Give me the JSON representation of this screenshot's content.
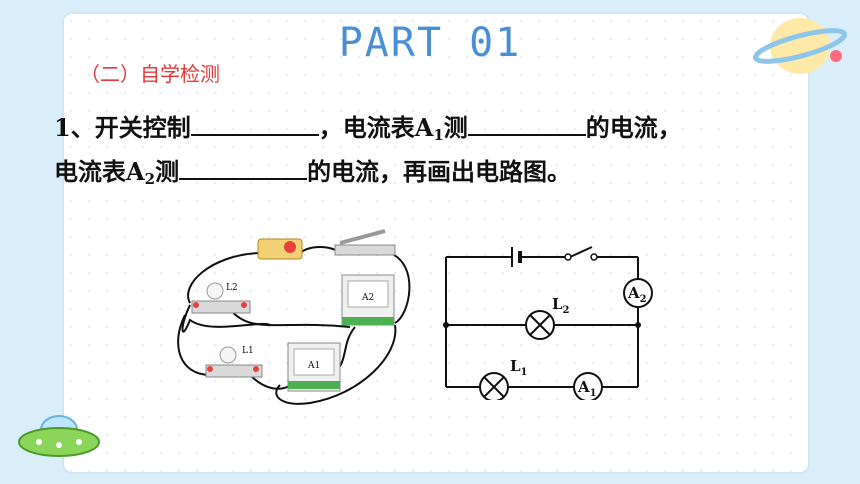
{
  "title": "PART 01",
  "section_label": "（二）自学检测",
  "question": {
    "line1_a": "1、开关控制",
    "line1_b": "，电流表A",
    "sub1": "1",
    "line1_c": "测",
    "line1_d": "的电流，",
    "line2_a": "电流表A",
    "sub2": "2",
    "line2_b": "测",
    "line2_c": "的电流，再画出电路图。"
  },
  "photo": {
    "label_L2": "L2",
    "label_L1": "L1",
    "label_A2": "A2",
    "label_A1": "A1"
  },
  "schematic": {
    "L2": "L",
    "L2_sub": "2",
    "L1": "L",
    "L1_sub": "1",
    "A2": "A",
    "A2_sub": "2",
    "A1": "A",
    "A1_sub": "1"
  },
  "colors": {
    "title": "#4a8fd6",
    "section": "#e43a3a",
    "background": "#d9eef9"
  }
}
